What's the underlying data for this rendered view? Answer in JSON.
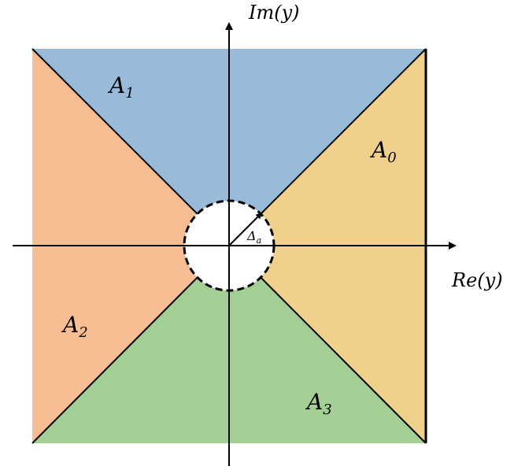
{
  "diagram": {
    "axes": {
      "imaginary_label": "Im(y)",
      "real_label": "Re(y)"
    },
    "regions": [
      {
        "label": "A",
        "subscript": "0",
        "color": "#EFD18C"
      },
      {
        "label": "A",
        "subscript": "1",
        "color": "#98BBD9"
      },
      {
        "label": "A",
        "subscript": "2",
        "color": "#F7BE93"
      },
      {
        "label": "A",
        "subscript": "3",
        "color": "#A3CF95"
      }
    ],
    "radius_label": {
      "symbol": "Δ",
      "subscript": "a"
    }
  }
}
